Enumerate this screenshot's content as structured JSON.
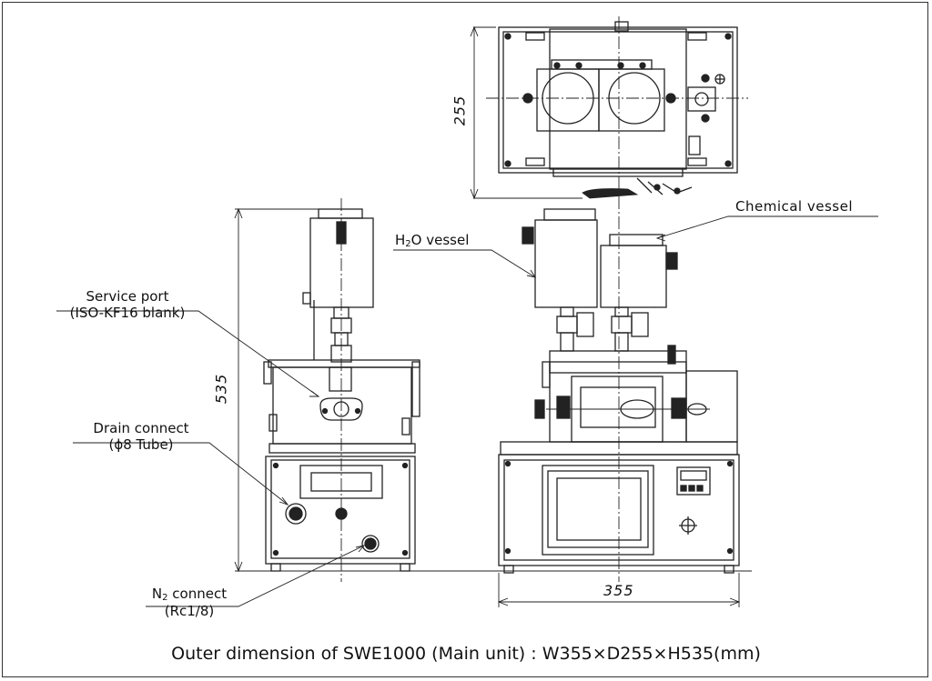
{
  "labels": {
    "service_port_line1": "Service port",
    "service_port_line2": "(ISO-KF16 blank)",
    "drain_line1": "Drain connect",
    "drain_line2": "(ϕ8 Tube)",
    "n2_main": "N",
    "n2_sub": "2",
    "n2_rest": " connect",
    "n2_line2": "(Rc1/8)",
    "h2o_pre": "H",
    "h2o_sub": "2",
    "h2o_rest": "O vessel",
    "chemical": "Chemical vessel"
  },
  "dimensions": {
    "height": "535",
    "depth": "255",
    "width": "355"
  },
  "caption": "Outer dimension of SWE1000 (Main unit) : W355×D255×H535(mm)"
}
